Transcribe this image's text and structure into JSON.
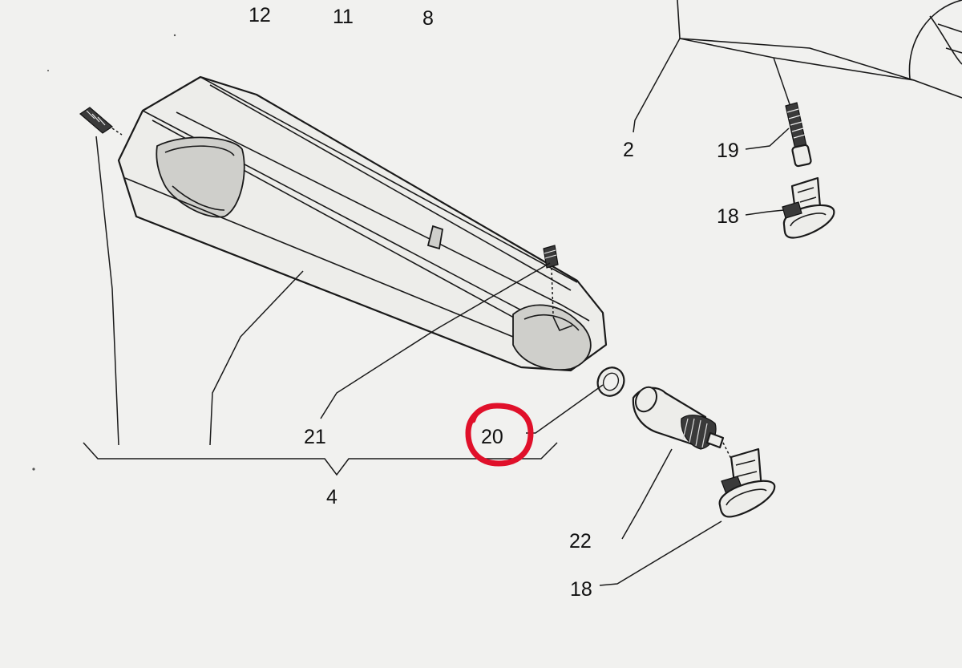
{
  "callouts": {
    "c12": "12",
    "c11": "11",
    "c8": "8",
    "c2": "2",
    "c19": "19",
    "c18_top": "18",
    "c21": "21",
    "c20": "20",
    "c4": "4",
    "c22": "22",
    "c18_bottom": "18"
  },
  "highlight": {
    "target": "20",
    "color": "#e0102a"
  }
}
